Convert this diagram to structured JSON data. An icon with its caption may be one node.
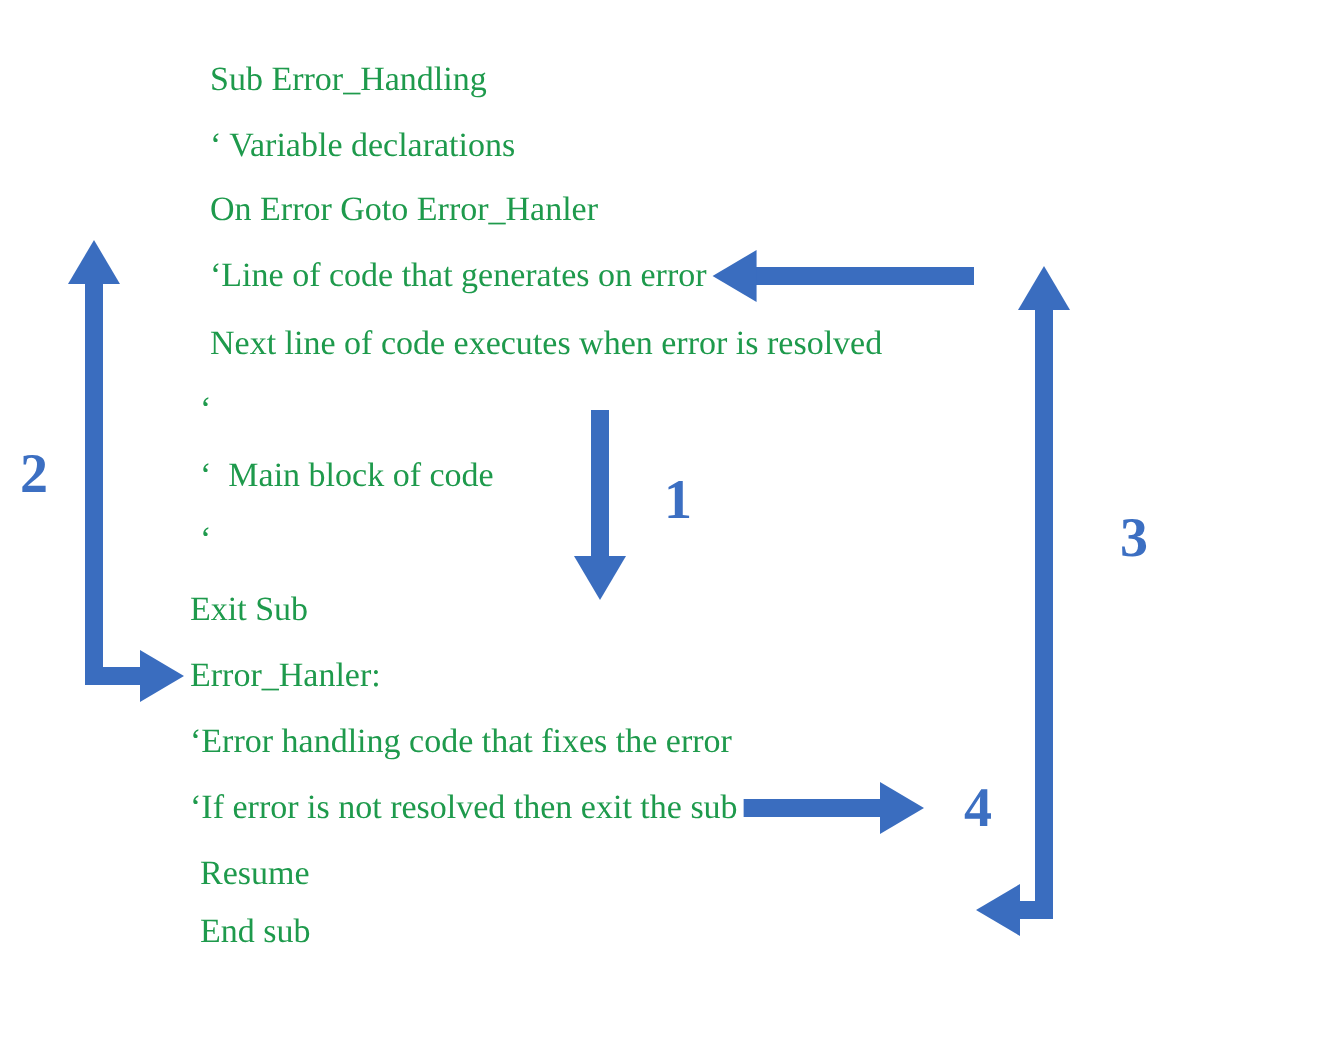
{
  "diagram": {
    "nodes": [
      {
        "text": [
          "‘Line of code that generates on error"
        ]
      },
      {
        "text": [
          "Error_Hanler:"
        ]
      },
      {
        "text": [
          "‘If error is not resolved then exit the sub"
        ]
      },
      {
        "text": [
          "Resume"
        ]
      }
    ],
    "edges": [
      {
        "from": null,
        "to": 1,
        "arrow": "both"
      },
      {
        "from": null,
        "to": 0,
        "arrow": "to"
      },
      {
        "from": 2,
        "to": null,
        "arrow": "to"
      }
    ],
    "labels": [
      "Sub Error_Handling",
      "‘ Variable declarations",
      "On Error Goto Error_Hanler",
      "Next line of code executes when error is resolved",
      "‘",
      "2",
      "‘  Main block of code",
      "1",
      "3",
      "‘",
      "Exit Sub",
      "‘Error handling code that fixes the error",
      "4",
      "End sub"
    ]
  }
}
